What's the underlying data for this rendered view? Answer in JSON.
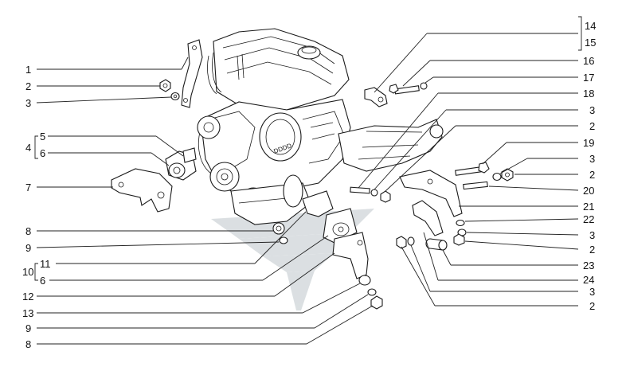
{
  "left_labels": [
    {
      "id": "l1",
      "text": "1"
    },
    {
      "id": "l2",
      "text": "2"
    },
    {
      "id": "l3",
      "text": "3"
    },
    {
      "id": "l4",
      "text": "4"
    },
    {
      "id": "l5",
      "text": "5"
    },
    {
      "id": "l6",
      "text": "6"
    },
    {
      "id": "l7",
      "text": "7"
    },
    {
      "id": "l8a",
      "text": "8"
    },
    {
      "id": "l9a",
      "text": "9"
    },
    {
      "id": "l10",
      "text": "10"
    },
    {
      "id": "l11",
      "text": "11"
    },
    {
      "id": "l6b",
      "text": "6"
    },
    {
      "id": "l12",
      "text": "12"
    },
    {
      "id": "l13",
      "text": "13"
    },
    {
      "id": "l9b",
      "text": "9"
    },
    {
      "id": "l8b",
      "text": "8"
    }
  ],
  "right_labels": [
    {
      "id": "r14",
      "text": "14"
    },
    {
      "id": "r15",
      "text": "15"
    },
    {
      "id": "r16",
      "text": "16"
    },
    {
      "id": "r17",
      "text": "17"
    },
    {
      "id": "r18",
      "text": "18"
    },
    {
      "id": "r3a",
      "text": "3"
    },
    {
      "id": "r2a",
      "text": "2"
    },
    {
      "id": "r19",
      "text": "19"
    },
    {
      "id": "r3b",
      "text": "3"
    },
    {
      "id": "r2b",
      "text": "2"
    },
    {
      "id": "r20",
      "text": "20"
    },
    {
      "id": "r21",
      "text": "21"
    },
    {
      "id": "r22",
      "text": "22"
    },
    {
      "id": "r3c",
      "text": "3"
    },
    {
      "id": "r2c",
      "text": "2"
    },
    {
      "id": "r23",
      "text": "23"
    },
    {
      "id": "r24",
      "text": "24"
    },
    {
      "id": "r3d",
      "text": "3"
    },
    {
      "id": "r2d",
      "text": "2"
    }
  ],
  "engine_badge": "DDDD"
}
